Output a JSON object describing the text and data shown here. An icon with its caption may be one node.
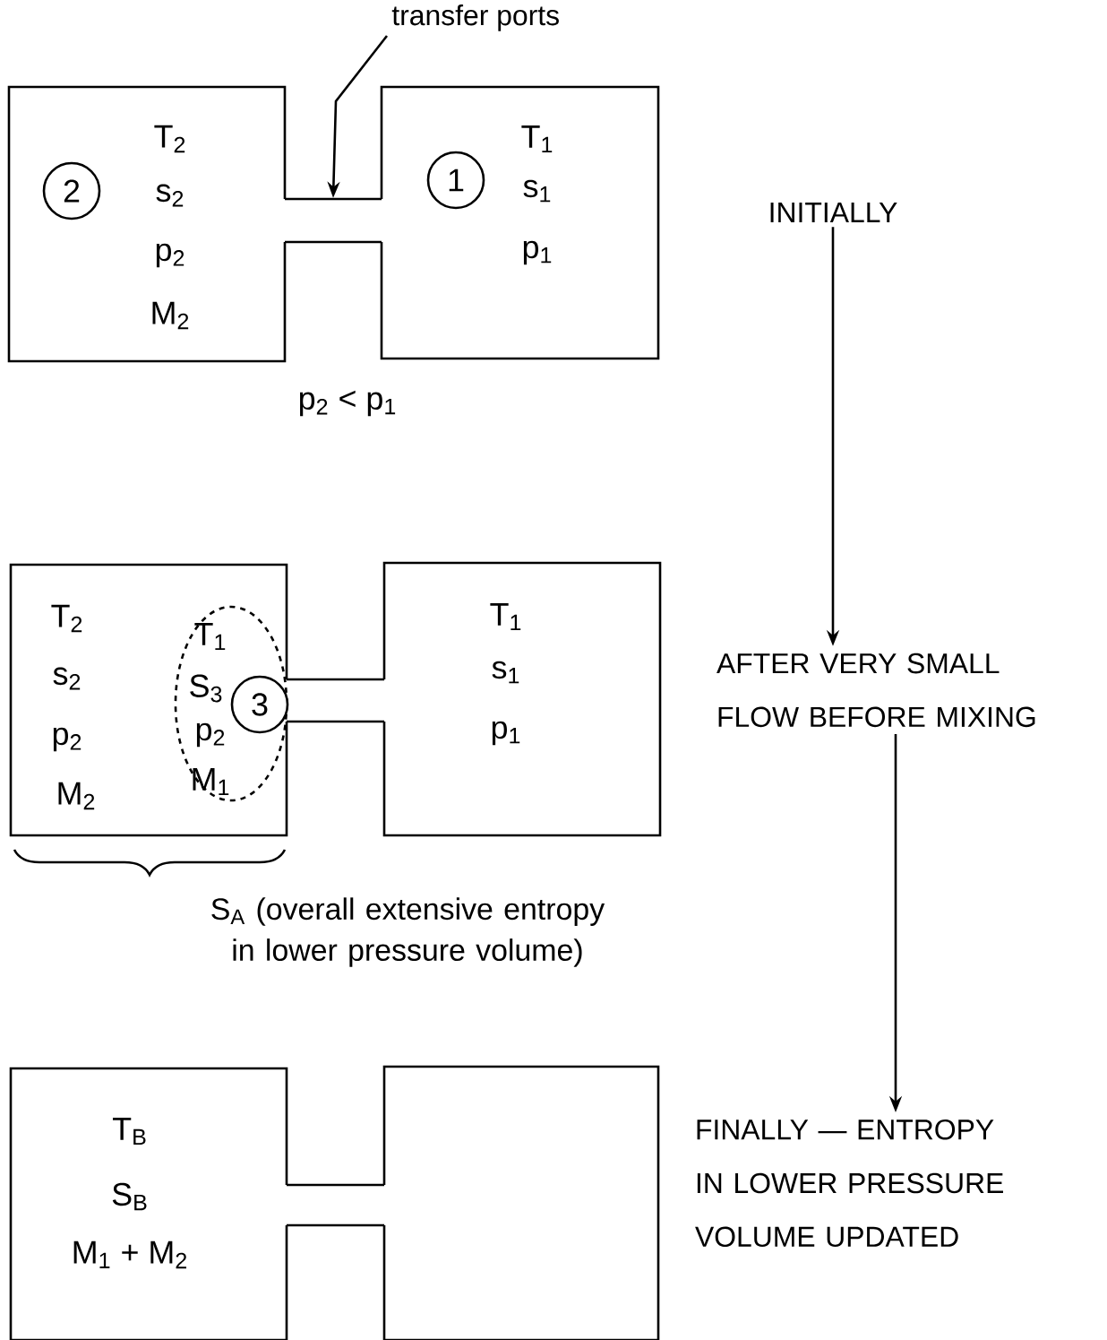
{
  "diagram": {
    "nodes": [
      {
        "text": [
          "transfer ports"
        ]
      },
      {
        "text": [
          "T$_{2}$",
          "s$_{2}$",
          "p$_{2}$",
          "M$_{2}$"
        ]
      },
      {
        "text": [
          "2"
        ],
        "in": 1
      },
      {
        "text": [],
        "shape": "box"
      },
      {
        "text": [
          "T$_{1}$",
          "s$_{1}$",
          "p$_{1}$"
        ]
      },
      {
        "text": [
          "1"
        ],
        "in": 4
      },
      {
        "text": [
          "INITIALLY"
        ]
      },
      {
        "text": [
          "T$_{2}$",
          "s$_{2}$",
          "p$_{2}$",
          "M$_{2}$"
        ]
      },
      {
        "text": [
          "T$_{1}$",
          "S$_{3}$",
          "p$_{2}$",
          "M$_{1}$"
        ],
        "in": 7
      },
      {
        "text": [
          "3"
        ],
        "in": 8
      },
      {
        "text": [],
        "shape": "box"
      },
      {
        "text": [
          "T$_{1}$",
          "s$_{1}$",
          "p$_{1}$"
        ]
      },
      {
        "text": [
          "AFTER VERY SMALL FLOW BEFORE MIXING"
        ]
      },
      {
        "text": [
          "T$_{B}$",
          "S$_{B}$",
          "M$_{1}$ + M$_{2}$"
        ]
      },
      {
        "text": [],
        "shape": "box"
      },
      {
        "text": [],
        "shape": "box"
      },
      {
        "text": [
          "FINALLY — ENTROPY IN LOWER PRESSURE VOLUME UPDATED"
        ]
      }
    ],
    "edges": [
      {
        "from": 0,
        "to": 3,
        "arrow": "to"
      },
      {
        "from": 6,
        "to": 12,
        "arrow": "to"
      },
      {
        "from": 12,
        "to": 16,
        "arrow": "to"
      }
    ],
    "labels": [
      "p$_{2}$ < p$_{1}$",
      "S$_{A}$ (overall extensive entropy in lower pressure volume)"
    ]
  }
}
